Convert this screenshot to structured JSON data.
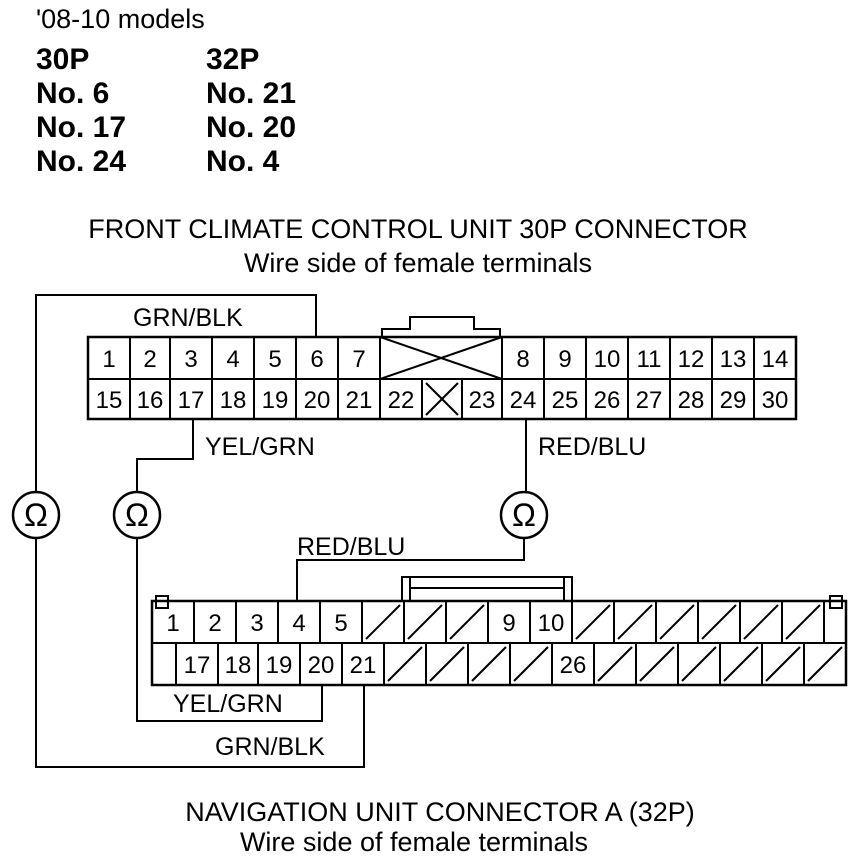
{
  "header": {
    "models": "'08-10 models",
    "col_30p": {
      "title": "30P",
      "items": [
        "No. 6",
        "No. 17",
        "No. 24"
      ]
    },
    "col_32p": {
      "title": "32P",
      "items": [
        "No. 21",
        "No. 20",
        "No. 4"
      ]
    }
  },
  "connector_30p": {
    "title": "FRONT CLIMATE CONTROL UNIT 30P CONNECTOR",
    "subtitle": "Wire side of female terminals",
    "row1": [
      "1",
      "2",
      "3",
      "4",
      "5",
      "6",
      "7",
      "8",
      "9",
      "10",
      "11",
      "12",
      "13",
      "14"
    ],
    "row2": [
      "15",
      "16",
      "17",
      "18",
      "19",
      "20",
      "21",
      "22",
      "23",
      "24",
      "25",
      "26",
      "27",
      "28",
      "29",
      "30"
    ]
  },
  "connector_32p": {
    "title": "NAVIGATION UNIT CONNECTOR A (32P)",
    "subtitle": "Wire side of female terminals",
    "row1": [
      "1",
      "2",
      "3",
      "4",
      "5",
      "9",
      "10"
    ],
    "row2": [
      "17",
      "18",
      "19",
      "20",
      "21",
      "26"
    ]
  },
  "wires": {
    "grn_blk": "GRN/BLK",
    "yel_grn": "YEL/GRN",
    "red_blu": "RED/BLU"
  },
  "meters": {
    "symbol": "Ω",
    "icon": "ohmmeter-icon"
  }
}
